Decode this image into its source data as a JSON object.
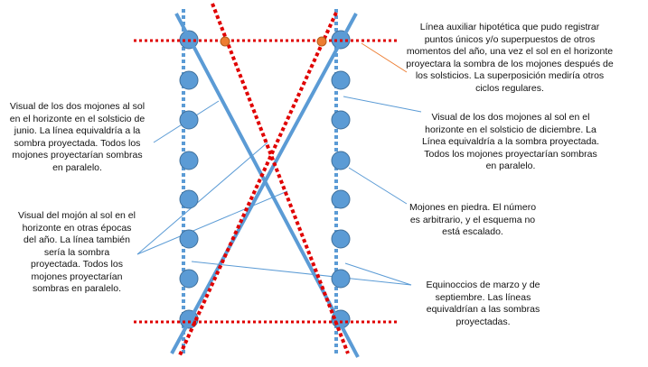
{
  "labels": {
    "auxiliary_line": "Línea auxiliar hipotética que pudo registrar puntos únicos y/o superpuestos de otros momentos del año, una vez el sol en el horizonte proyectara la sombra de los mojones después de los solsticios. La superposición mediría otros ciclos regulares.",
    "june_solstice": "Visual de los dos mojones al sol en el horizonte en el solsticio de junio. La línea equivaldría a la sombra proyectada. Todos los mojones proyectarían sombras en paralelo.",
    "december_solstice": "Visual de los dos mojones al sol en el horizonte en el solsticio de diciembre. La Línea equivaldría a la sombra proyectada. Todos los mojones proyectarían sombras en paralelo.",
    "stones": "Mojones en piedra. El número es arbitrario, y el esquema no está escalado.",
    "other_epochs": "Visual del mojón al sol en el horizonte en otras épocas del año. La línea también sería la sombra proyectada. Todos los mojones proyectarían sombras en paralelo.",
    "equinoxes": "Equinoccios de marzo y de septiembre. Las líneas equivaldrían a las sombras proyectadas."
  },
  "colors": {
    "stone": "#5b9bd5",
    "line": "#5b9bd5",
    "red": "#e00000",
    "orange": "#ed7d31"
  }
}
